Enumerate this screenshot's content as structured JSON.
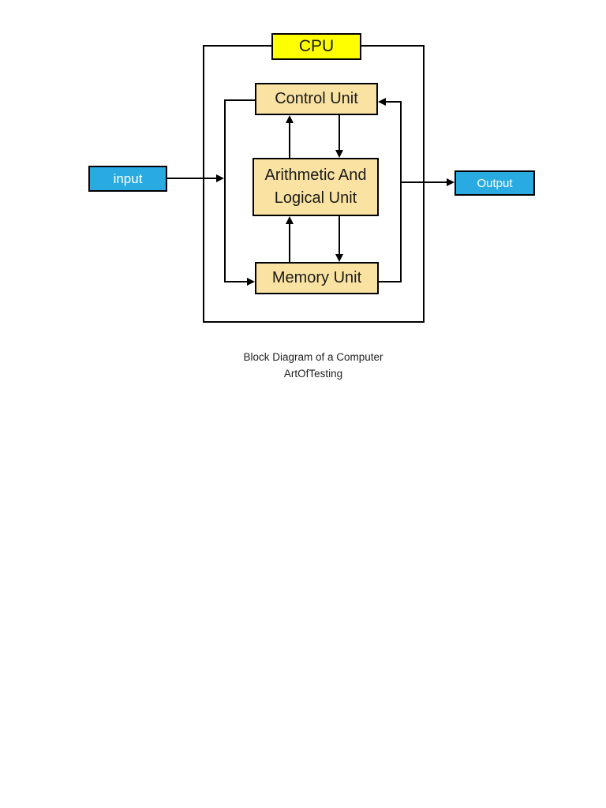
{
  "diagram": {
    "cpu_label": "CPU",
    "control_unit_label": "Control Unit",
    "alu_label_line1": "Arithmetic And",
    "alu_label_line2": "Logical Unit",
    "memory_unit_label": "Memory Unit",
    "input_label": "input",
    "output_label": "Output"
  },
  "caption": {
    "line1": "Block Diagram of a Computer",
    "line2": "ArtOfTesting"
  },
  "colors": {
    "cpu_fill": "#FFFF00",
    "unit_fill": "#FAE3A2",
    "io_fill": "#29ABE2",
    "line_color": "#000000"
  }
}
